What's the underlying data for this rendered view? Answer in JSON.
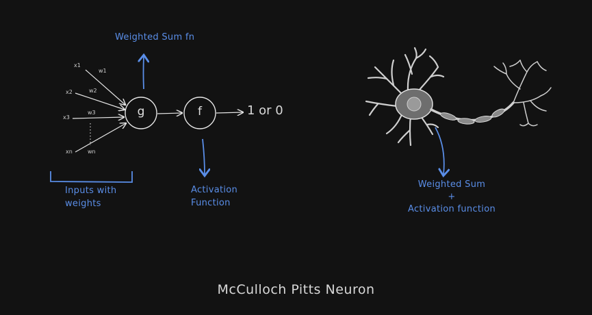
{
  "title": "McCulloch Pitts Neuron",
  "diagram": {
    "inputs": [
      "x1",
      "x2",
      "x3",
      "xn"
    ],
    "weights": [
      "w1",
      "w2",
      "w3",
      "wn"
    ],
    "sum_node": "g",
    "activation_node": "f",
    "output": "1 or 0",
    "label_weighted_sum": "Weighted Sum fn",
    "label_inputs_line1": "Inputs with",
    "label_inputs_line2": "weights",
    "label_activation_line1": "Activation",
    "label_activation_line2": "Function"
  },
  "neuron": {
    "label_line1": "Weighted Sum",
    "label_line2": "+",
    "label_line3": "Activation function"
  },
  "colors": {
    "background": "#121212",
    "annotation": "#5a8ee8",
    "stroke": "#e6e6e6"
  }
}
